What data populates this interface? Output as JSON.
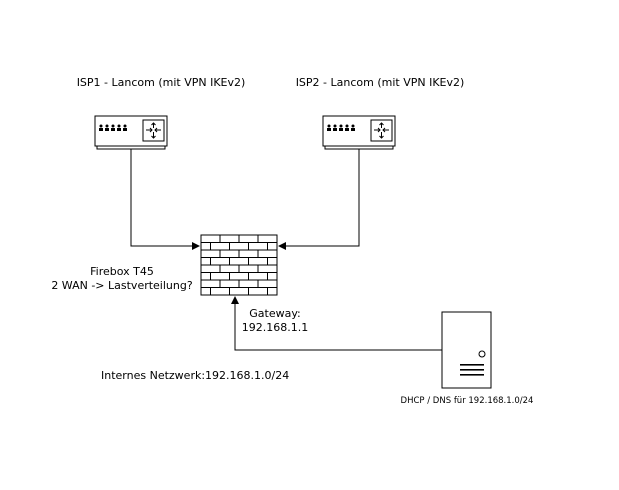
{
  "nodes": {
    "isp1": {
      "label": "ISP1 - Lancom (mit VPN IKEv2)",
      "icon": "router-icon"
    },
    "isp2": {
      "label": "ISP2 - Lancom (mit VPN IKEv2)",
      "icon": "router-icon"
    },
    "firewall": {
      "label_line1": "Firebox T45",
      "label_line2": "2 WAN -> Lastverteilung?",
      "icon": "firewall-icon"
    },
    "gateway": {
      "label_line1": "Gateway:",
      "label_line2": "192.168.1.1"
    },
    "server": {
      "label": "DHCP / DNS für 192.168.1.0/24",
      "icon": "server-icon"
    },
    "network": {
      "label": "Internes Netzwerk:192.168.1.0/24"
    }
  },
  "colors": {
    "stroke": "#000000",
    "fill": "#ffffff"
  }
}
